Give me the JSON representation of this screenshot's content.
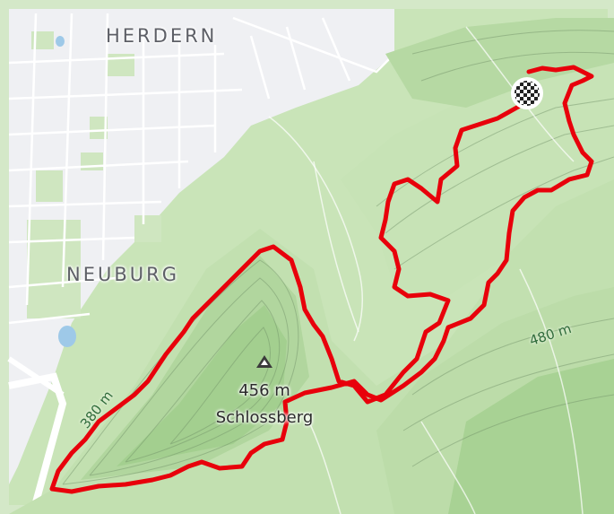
{
  "places": {
    "herdern": "HERDERN",
    "neuburg": "NEUBURG"
  },
  "peak": {
    "elevation": "456 m",
    "name": "Schlossberg",
    "icon": "mountain-peak-icon"
  },
  "contours": {
    "label_east": "480 m",
    "label_west": "380 m"
  },
  "route": {
    "color": "#e8000b",
    "finish_icon": "checkered-flag-icon"
  },
  "colors": {
    "forest_light": "#dcefd1",
    "forest": "#c3e2b2",
    "forest_dark": "#a6cf93",
    "urban": "#f1f2f4",
    "road": "#ffffff"
  }
}
